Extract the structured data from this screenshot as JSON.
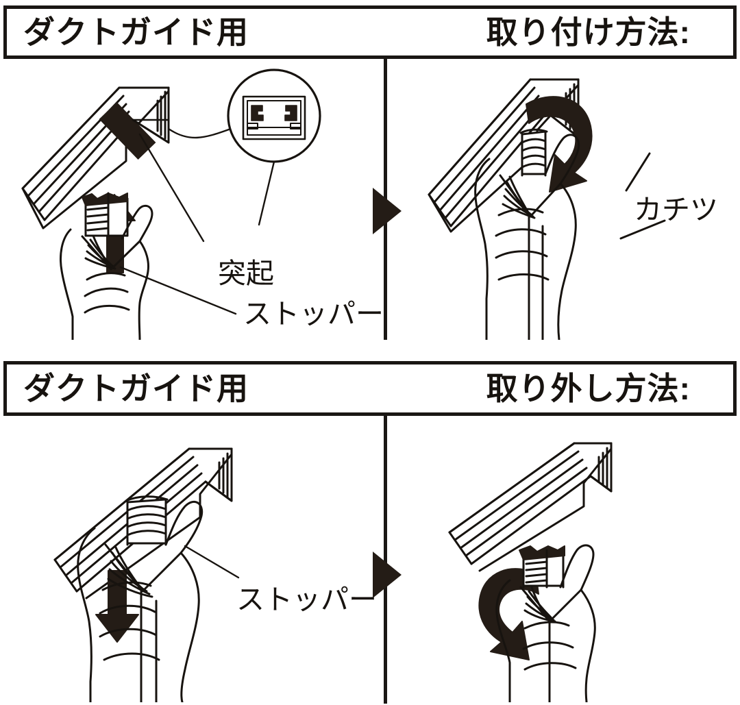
{
  "document": {
    "kind": "instruction-diagram",
    "language": "ja",
    "background_color": "#ffffff",
    "ink_color": "#17130f"
  },
  "sections": [
    {
      "id": "install",
      "header": {
        "left_label": "ダクトガイド用",
        "right_label": "取り付け方法:"
      },
      "steps": [
        {
          "id": "install-step1",
          "callouts": [
            {
              "id": "totsuki",
              "text": "突起"
            },
            {
              "id": "stopper",
              "text": "ストッパー"
            }
          ],
          "motion": "push-up-into-duct-rail",
          "has_detail_circle": true
        },
        {
          "id": "install-step2",
          "callouts": [
            {
              "id": "kachitsu",
              "text": "カチツ"
            }
          ],
          "motion": "rotate-clockwise-to-lock"
        }
      ]
    },
    {
      "id": "remove",
      "header": {
        "left_label": "ダクトガイド用",
        "right_label": "取り外し方法:"
      },
      "steps": [
        {
          "id": "remove-step1",
          "callouts": [
            {
              "id": "stopper",
              "text": "ストッパー"
            }
          ],
          "motion": "pull-down"
        },
        {
          "id": "remove-step2",
          "callouts": [],
          "motion": "rotate-counterclockwise-to-release"
        }
      ]
    }
  ],
  "separator": {
    "icon": "triangle-right-icon",
    "color": "#241c16"
  }
}
